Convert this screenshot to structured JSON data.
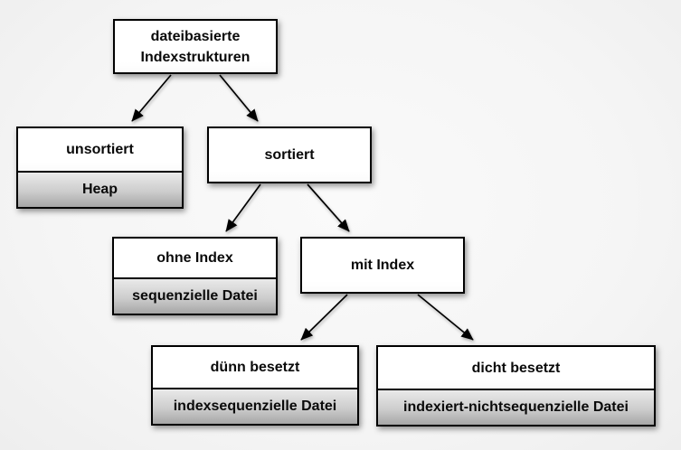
{
  "diagram": {
    "type": "tree",
    "language": "de",
    "colors": {
      "background": "#f5f5f5",
      "node_fill": "#ffffff",
      "node_border": "#000000",
      "sub_gradient_top": "#e9e9e9",
      "sub_gradient_bottom": "#a6a6a6",
      "arrow": "#000000"
    },
    "nodes": {
      "root": {
        "label": "dateibasierte\nIndexstrukturen"
      },
      "unsortiert": {
        "label": "unsortiert",
        "sublabel": "Heap"
      },
      "sortiert": {
        "label": "sortiert"
      },
      "ohne_index": {
        "label": "ohne Index",
        "sublabel": "sequenzielle Datei"
      },
      "mit_index": {
        "label": "mit Index"
      },
      "duenn_besetzt": {
        "label": "dünn besetzt",
        "sublabel": "indexsequenzielle Datei"
      },
      "dicht_besetzt": {
        "label": "dicht besetzt",
        "sublabel": "indexiert-nichtsequenzielle Datei"
      }
    },
    "edges": [
      {
        "from": "root",
        "to": "unsortiert"
      },
      {
        "from": "root",
        "to": "sortiert"
      },
      {
        "from": "sortiert",
        "to": "ohne_index"
      },
      {
        "from": "sortiert",
        "to": "mit_index"
      },
      {
        "from": "mit_index",
        "to": "duenn_besetzt"
      },
      {
        "from": "mit_index",
        "to": "dicht_besetzt"
      }
    ]
  }
}
